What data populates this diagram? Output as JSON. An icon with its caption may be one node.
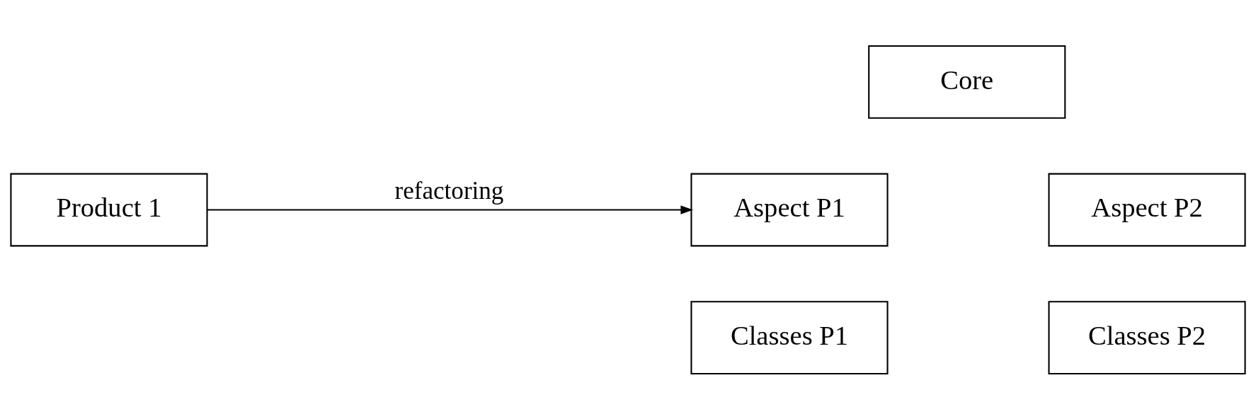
{
  "diagram": {
    "nodes": [
      {
        "text": [
          "Product 1"
        ]
      },
      {
        "text": [
          "Core"
        ]
      },
      {
        "text": [
          "Aspect P1"
        ]
      },
      {
        "text": [
          "Aspect P2"
        ]
      },
      {
        "text": [
          "Classes P1"
        ]
      },
      {
        "text": [
          "Classes P2"
        ]
      }
    ],
    "edges": [
      {
        "from": 0,
        "to": 2,
        "arrow": "to",
        "label": "refactoring"
      }
    ]
  }
}
